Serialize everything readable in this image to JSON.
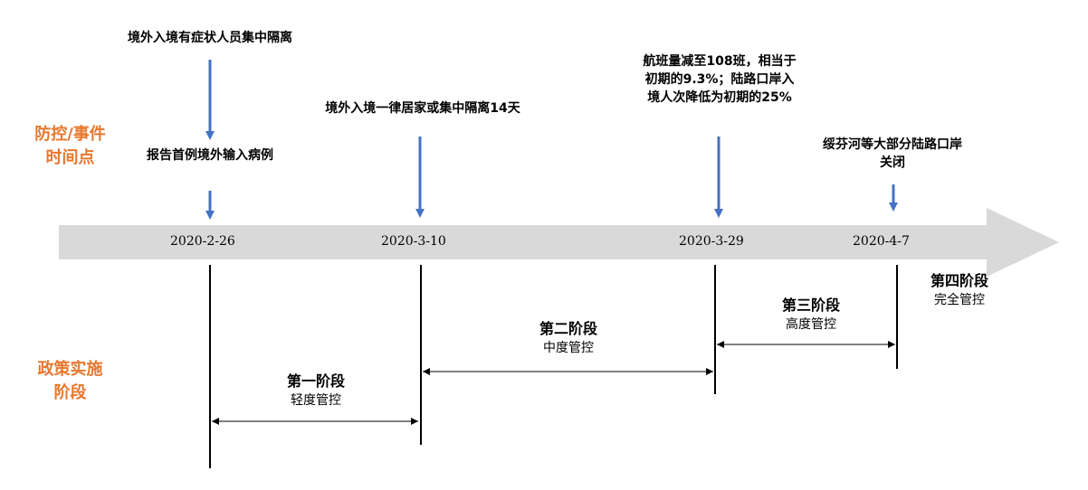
{
  "row_labels": {
    "top": [
      "防控/事件",
      "时间点"
    ],
    "bottom": [
      "政策实施",
      "阶段"
    ]
  },
  "events": [
    {
      "id": "e1",
      "lines": [
        "境外入境有症状人员集中隔离"
      ]
    },
    {
      "id": "e2",
      "lines": [
        "报告首例境外输入病例"
      ]
    },
    {
      "id": "e3",
      "lines": [
        "境外入境一律居家或集中隔离14天"
      ]
    },
    {
      "id": "e4",
      "lines": [
        "航班量减至108班，相当于",
        "初期的9.3%；陆路口岸入",
        "境人次降低为初期的25%"
      ]
    },
    {
      "id": "e5",
      "lines": [
        "绥芬河等大部分陆路口岸",
        "关闭"
      ]
    }
  ],
  "dates": [
    "2020-2-26",
    "2020-3-10",
    "2020-3-29",
    "2020-4-7"
  ],
  "phases": [
    {
      "title": "第一阶段",
      "desc": "轻度管控"
    },
    {
      "title": "第二阶段",
      "desc": "中度管控"
    },
    {
      "title": "第三阶段",
      "desc": "高度管控"
    },
    {
      "title": "第四阶段",
      "desc": "完全管控"
    }
  ],
  "colors": {
    "accent": "#e8772e",
    "arrow_blue": "#4472c4",
    "timeline_gray": "#d9d9d9",
    "text": "#000000"
  }
}
